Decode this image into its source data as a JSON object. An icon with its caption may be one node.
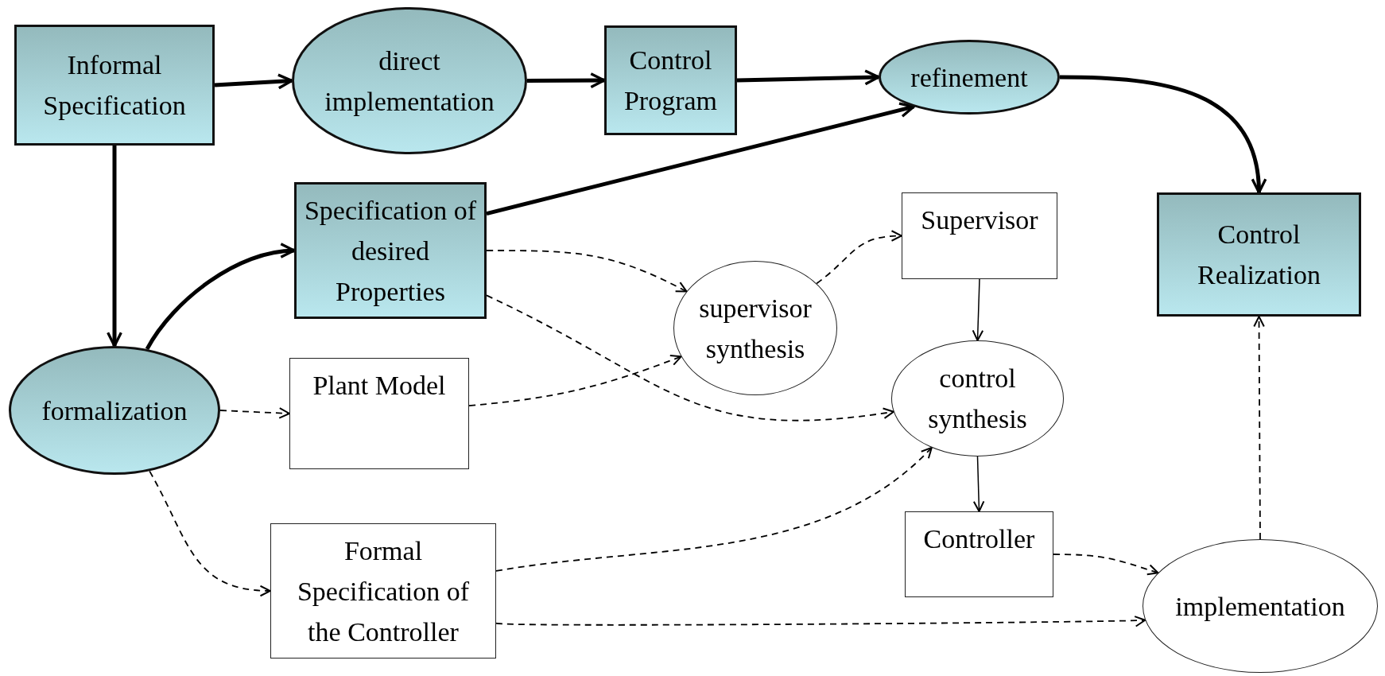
{
  "diagram": {
    "nodes": [
      {
        "text": [
          "Informal Specification"
        ]
      },
      {
        "text": [
          "direct implementation"
        ]
      },
      {
        "text": [
          "Control Program"
        ]
      },
      {
        "text": [
          "refinement"
        ]
      },
      {
        "text": [
          "Specification of desired Properties"
        ]
      },
      {
        "text": [
          "Supervisor"
        ]
      },
      {
        "text": [
          "Control Realization"
        ]
      },
      {
        "text": [
          "supervisor synthesis"
        ]
      },
      {
        "text": [
          "formalization"
        ]
      },
      {
        "text": [
          "Plant Model"
        ]
      },
      {
        "text": [
          "control synthesis"
        ]
      },
      {
        "text": [
          "Controller"
        ]
      },
      {
        "text": [
          "Formal Specification of the Controller"
        ]
      },
      {
        "text": [
          "implementation"
        ]
      }
    ],
    "edges": [
      {
        "from": 0,
        "to": 1,
        "arrow": "to",
        "style": "thick"
      },
      {
        "from": 1,
        "to": 2,
        "arrow": "to",
        "style": "thick"
      },
      {
        "from": 2,
        "to": 3,
        "arrow": "to",
        "style": "thick"
      },
      {
        "from": 3,
        "to": 6,
        "arrow": "to",
        "style": "thick"
      },
      {
        "from": 0,
        "to": 8,
        "arrow": "to",
        "style": "thick"
      },
      {
        "from": 8,
        "to": 4,
        "arrow": "to",
        "style": "thick"
      },
      {
        "from": 4,
        "to": 3,
        "arrow": "to",
        "style": "thick"
      },
      {
        "from": 4,
        "to": 7,
        "arrow": "to",
        "style": "dashed"
      },
      {
        "from": 7,
        "to": 5,
        "arrow": "to",
        "style": "dashed"
      },
      {
        "from": 5,
        "to": 10,
        "arrow": "to"
      },
      {
        "from": 4,
        "to": 10,
        "arrow": "to",
        "style": "dashed"
      },
      {
        "from": 8,
        "to": 9,
        "arrow": "to",
        "style": "dashed"
      },
      {
        "from": 9,
        "to": 7,
        "arrow": "to",
        "style": "dashed"
      },
      {
        "from": 8,
        "to": 12,
        "arrow": "to",
        "style": "dashed"
      },
      {
        "from": 12,
        "to": 10,
        "arrow": "to",
        "style": "dashed"
      },
      {
        "from": 10,
        "to": 11,
        "arrow": "to"
      },
      {
        "from": 11,
        "to": 13,
        "arrow": "to",
        "style": "dashed"
      },
      {
        "from": 12,
        "to": 13,
        "arrow": "to",
        "style": "dashed"
      },
      {
        "from": 13,
        "to": 6,
        "arrow": "to",
        "style": "dashed"
      }
    ]
  }
}
